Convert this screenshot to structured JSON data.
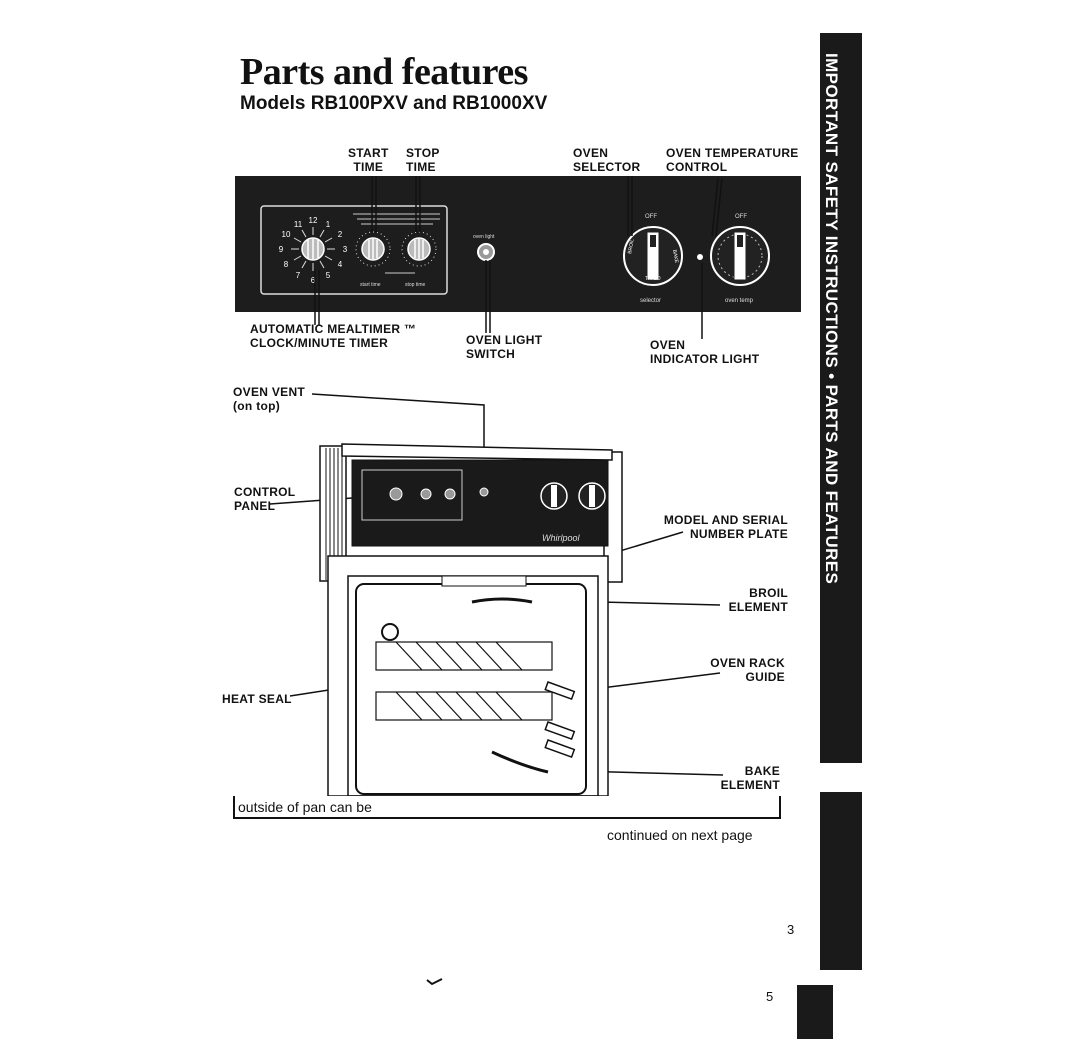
{
  "heading": {
    "title": "Parts and features",
    "subtitle": "Models RB100PXV and RB1000XV"
  },
  "side_tab": {
    "text": "IMPORTANT SAFETY INSTRUCTIONS • PARTS AND FEATURES"
  },
  "control_panel_labels": {
    "start_time": "START\nTIME",
    "stop_time": "STOP\nTIME",
    "oven_selector": "OVEN\nSELECTOR",
    "oven_temperature_control": "OVEN TEMPERATURE\nCONTROL",
    "mealtimer": "AUTOMATIC MEALTIMER ™\nCLOCK/MINUTE TIMER",
    "oven_light_switch": "OVEN LIGHT\nSWITCH",
    "oven_indicator_light": "OVEN\nINDICATOR LIGHT"
  },
  "panel_print": {
    "clock_numbers": [
      "12",
      "1",
      "2",
      "3",
      "4",
      "5",
      "6",
      "7",
      "8",
      "9",
      "10",
      "11"
    ],
    "oven_light": "oven light",
    "start_time": "start time",
    "stop_time": "stop time",
    "off": "OFF",
    "selector": "selector",
    "oven_temp": "oven temp",
    "bake": "BAKE",
    "broil": "BROIL",
    "timed": "TIMED"
  },
  "oven_labels": {
    "oven_vent": "OVEN VENT\n(on top)",
    "control_panel": "CONTROL\nPANEL",
    "model_serial": "MODEL AND SERIAL\nNUMBER PLATE",
    "broil_element": "BROIL\nELEMENT",
    "oven_rack_guide": "OVEN RACK\nGUIDE",
    "heat_seal": "HEAT SEAL",
    "bake_element": "BAKE\nELEMENT"
  },
  "brand_mark": "Whirlpool",
  "footer": {
    "note": "outside of pan can be",
    "continued": "continued on next page",
    "page_3": "3",
    "page_5": "5"
  },
  "colors": {
    "ink": "#111111",
    "panel": "#1d1d1d",
    "tab": "#1a1a1a",
    "paper": "#ffffff"
  }
}
